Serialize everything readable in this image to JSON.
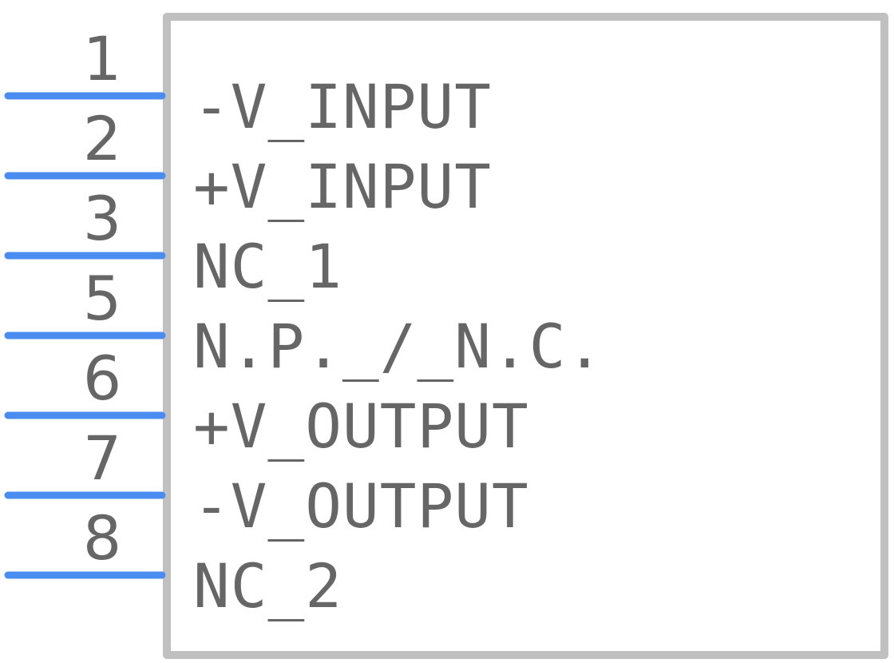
{
  "component": {
    "outline_color": "#c0c0c0",
    "pin_color": "#4a8cf0",
    "text_color": "#666666"
  },
  "pins": [
    {
      "number": "1",
      "name": "-V_INPUT"
    },
    {
      "number": "2",
      "name": "+V_INPUT"
    },
    {
      "number": "3",
      "name": "NC_1"
    },
    {
      "number": "5",
      "name": "N.P._/_N.C."
    },
    {
      "number": "6",
      "name": "+V_OUTPUT"
    },
    {
      "number": "7",
      "name": "-V_OUTPUT"
    },
    {
      "number": "8",
      "name": "NC_2"
    }
  ]
}
